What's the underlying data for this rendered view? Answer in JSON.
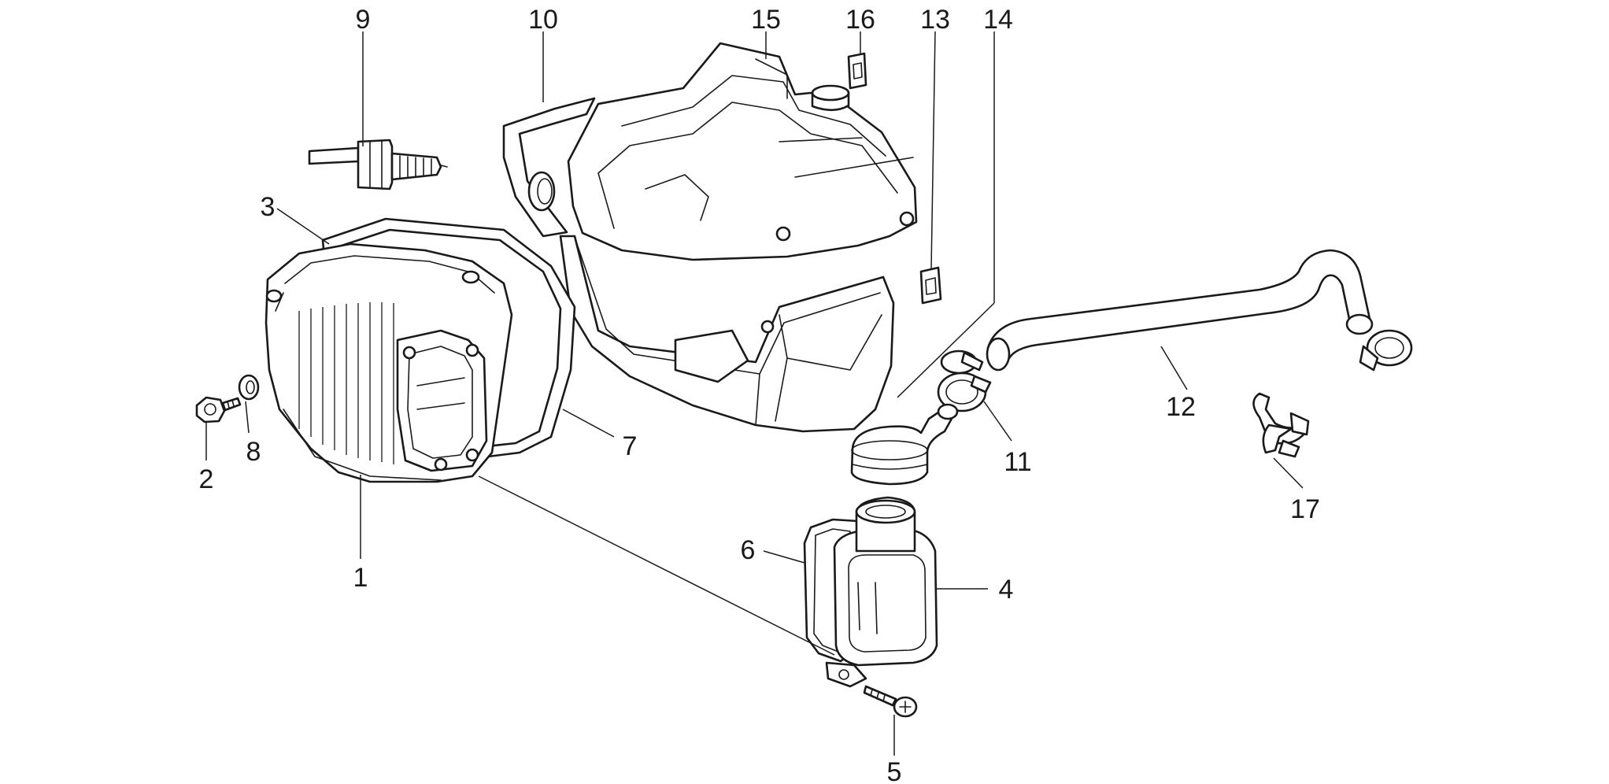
{
  "diagram": {
    "callouts": [
      {
        "id": "1",
        "label": "1"
      },
      {
        "id": "2",
        "label": "2"
      },
      {
        "id": "3",
        "label": "3"
      },
      {
        "id": "4",
        "label": "4"
      },
      {
        "id": "5",
        "label": "5"
      },
      {
        "id": "6",
        "label": "6"
      },
      {
        "id": "7",
        "label": "7"
      },
      {
        "id": "8",
        "label": "8"
      },
      {
        "id": "9",
        "label": "9"
      },
      {
        "id": "10",
        "label": "10"
      },
      {
        "id": "11",
        "label": "11"
      },
      {
        "id": "12",
        "label": "12"
      },
      {
        "id": "13",
        "label": "13"
      },
      {
        "id": "14",
        "label": "14"
      },
      {
        "id": "15",
        "label": "15"
      },
      {
        "id": "16",
        "label": "16"
      },
      {
        "id": "17",
        "label": "17"
      }
    ],
    "parts": [
      {
        "id": "1",
        "name": "cylinder-head-cover",
        "icon": "valve-cover-icon"
      },
      {
        "id": "2",
        "name": "bolt",
        "icon": "bolt-icon"
      },
      {
        "id": "3",
        "name": "gasket",
        "icon": "gasket-icon"
      },
      {
        "id": "4",
        "name": "blow-by-box",
        "icon": "canister-icon"
      },
      {
        "id": "5",
        "name": "screw",
        "icon": "screw-icon"
      },
      {
        "id": "6",
        "name": "box-gasket",
        "icon": "gasket-icon"
      },
      {
        "id": "7",
        "name": "cover-gasket",
        "icon": "gasket-icon"
      },
      {
        "id": "8",
        "name": "washer",
        "icon": "washer-icon"
      },
      {
        "id": "9",
        "name": "spark-plug",
        "icon": "spark-plug-icon"
      },
      {
        "id": "10",
        "name": "shroud-seal",
        "icon": "seal-icon"
      },
      {
        "id": "11",
        "name": "hose-clamp",
        "icon": "clamp-icon"
      },
      {
        "id": "12",
        "name": "breather-hose",
        "icon": "hose-icon"
      },
      {
        "id": "13",
        "name": "clip",
        "icon": "clip-icon"
      },
      {
        "id": "14",
        "name": "clip-reference",
        "icon": "clip-icon"
      },
      {
        "id": "15",
        "name": "cooling-shroud",
        "icon": "shroud-icon"
      },
      {
        "id": "16",
        "name": "clip",
        "icon": "clip-icon"
      },
      {
        "id": "17",
        "name": "hose-retainer",
        "icon": "retainer-icon"
      }
    ]
  }
}
